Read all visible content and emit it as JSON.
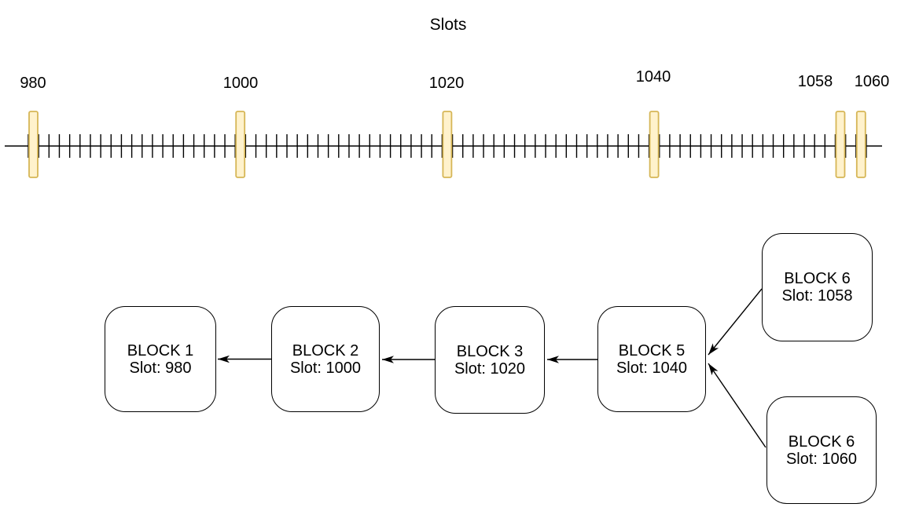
{
  "timeline": {
    "title": "Slots",
    "first_tick_slot": 980,
    "last_tick_slot": 1061,
    "labeled_slots": [
      {
        "slot": 980,
        "text": "980"
      },
      {
        "slot": 1000,
        "text": "1000"
      },
      {
        "slot": 1020,
        "text": "1020"
      },
      {
        "slot": 1040,
        "text": "1040"
      },
      {
        "slot": 1058,
        "text": "1058"
      },
      {
        "slot": 1060,
        "text": "1060"
      }
    ],
    "highlighted_slots": [
      980,
      1000,
      1020,
      1040,
      1058,
      1060
    ],
    "colors": {
      "highlight_fill": "#FFF2CC",
      "highlight_stroke": "#D6B656",
      "axis": "#000000"
    }
  },
  "chain": {
    "blocks": [
      {
        "name": "BLOCK 1",
        "slot": "Slot: 980"
      },
      {
        "name": "BLOCK 2",
        "slot": "Slot: 1000"
      },
      {
        "name": "BLOCK 3",
        "slot": "Slot: 1020"
      },
      {
        "name": "BLOCK 5",
        "slot": "Slot: 1040"
      },
      {
        "name": "BLOCK 6",
        "slot": "Slot: 1058"
      },
      {
        "name": "BLOCK 6",
        "slot": "Slot: 1060"
      }
    ],
    "links": [
      {
        "from": "BLOCK 2 (Slot: 1000)",
        "to": "BLOCK 1 (Slot: 980)"
      },
      {
        "from": "BLOCK 3 (Slot: 1020)",
        "to": "BLOCK 2 (Slot: 1000)"
      },
      {
        "from": "BLOCK 5 (Slot: 1040)",
        "to": "BLOCK 3 (Slot: 1020)"
      },
      {
        "from": "BLOCK 6 (Slot: 1058)",
        "to": "BLOCK 5 (Slot: 1040)"
      },
      {
        "from": "BLOCK 6 (Slot: 1060)",
        "to": "BLOCK 5 (Slot: 1040)"
      }
    ]
  }
}
